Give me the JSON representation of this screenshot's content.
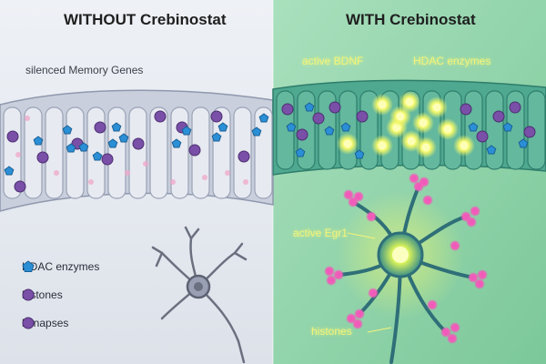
{
  "left_panel": {
    "title": "WITHOUT Crebinostat",
    "label": "silenced Memory Genes",
    "legend": [
      {
        "label": "HDAC enzymes",
        "icon": "pentagon-icon"
      },
      {
        "label": "histones",
        "icon": "purple-circle-icon"
      },
      {
        "label": "hynapses",
        "icon": "purple-circle-icon"
      }
    ]
  },
  "right_panel": {
    "title": "WITH Crebinostat",
    "labels": {
      "bdnf": "active BDNF",
      "hdac": "HDAC enzymes",
      "egr1": "active Egr1",
      "histones": "histones"
    }
  },
  "colors": {
    "left_bg": "#e4e9f1",
    "right_bg": "#8fd3a8",
    "hdac": "#2b8fd6",
    "histone": "#7a4fa8",
    "glow": "#f4f86a",
    "synapse": "#f05ab8"
  }
}
